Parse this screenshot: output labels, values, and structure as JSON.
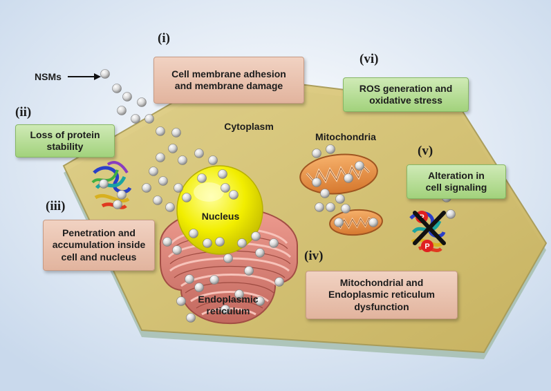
{
  "labels": {
    "nsms": "NSMs",
    "cytoplasm": "Cytoplasm",
    "mitochondria": "Mitochondria",
    "nucleus": "Nucleus",
    "er_line1": "Endoplasmic",
    "er_line2": "reticulum"
  },
  "effects": [
    {
      "numeral": "(i)",
      "line1": "Cell membrane adhesion",
      "line2": "and membrane damage",
      "color": "#e8c2ae"
    },
    {
      "numeral": "(ii)",
      "line1": "Loss of protein",
      "line2": "stability",
      "color": "#b7de94"
    },
    {
      "numeral": "(iii)",
      "line1": "Penetration and",
      "line2": "accumulation inside",
      "line3": "cell and nucleus",
      "color": "#e8c2ae"
    },
    {
      "numeral": "(iv)",
      "line1": "Mitochondrial and",
      "line2": "Endoplasmic reticulum",
      "line3": "dysfunction",
      "color": "#e8c2ae"
    },
    {
      "numeral": "(v)",
      "line1": "Alteration in",
      "line2": "cell signaling",
      "color": "#b7de94"
    },
    {
      "numeral": "(vi)",
      "line1": "ROS generation and",
      "line2": "oxidative stress",
      "color": "#b7de94"
    }
  ],
  "colors": {
    "cell": "#d6c170",
    "nucleus": "#f4f000",
    "er": "#d98378",
    "mitochondria": "#e9904a",
    "signal_p": "#e02020"
  },
  "icons": [
    "nanoparticle",
    "protein-structure",
    "cross-mark"
  ]
}
